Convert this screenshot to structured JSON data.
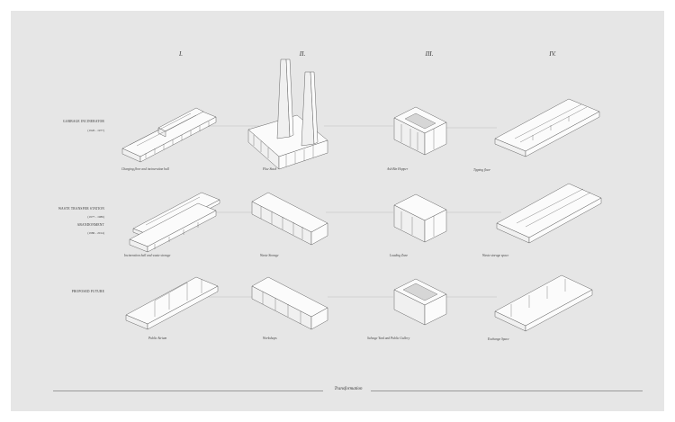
{
  "columns": [
    "I.",
    "II.",
    "III.",
    "IV."
  ],
  "rows": [
    {
      "label": "GARBAGE INCINERATOR",
      "date": "(1926 - 1977)"
    },
    {
      "label": "WASTE TRANSFER STATION",
      "date": "(1977 - 1986)"
    },
    {
      "label": "ABANDONMENT",
      "date": "(1986 - 2014)"
    },
    {
      "label": "PROPOSED FUTURE",
      "date": ""
    }
  ],
  "captions": {
    "r1": [
      "Charging floor and incineration hall",
      "Flue Stack",
      "Ash Bin Hopper",
      "Tipping floor"
    ],
    "r2": [
      "Incineration hall and waste storage",
      "Waste Storage",
      "Loading Zone",
      "Waste storage space"
    ],
    "r3": [
      "Public Atrium",
      "Workshops",
      "Salvage Yard and  Public Gallery",
      "Exchange Space"
    ]
  },
  "footer": {
    "title": "Transformation"
  }
}
